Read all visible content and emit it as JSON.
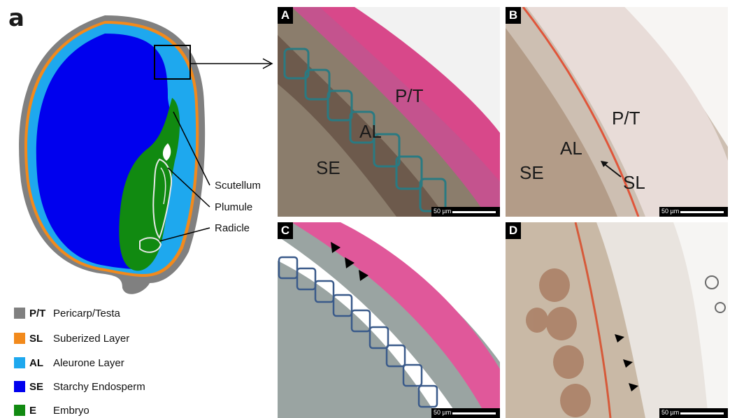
{
  "figure_letter": "a",
  "callouts": {
    "scutellum": "Scutellum",
    "plumule": "Plumule",
    "radicle": "Radicle"
  },
  "legend": [
    {
      "abbr": "P/T",
      "label": "Pericarp/Testa",
      "color": "#808080"
    },
    {
      "abbr": "SL",
      "label": "Suberized Layer",
      "color": "#f28a1c"
    },
    {
      "abbr": "AL",
      "label": "Aleurone Layer",
      "color": "#1ea8ee"
    },
    {
      "abbr": "SE",
      "label": "Starchy Endosperm",
      "color": "#0000ee"
    },
    {
      "abbr": "E",
      "label": "Embryo",
      "color": "#118a11"
    }
  ],
  "panels": {
    "A": {
      "tag": "A",
      "scale": "50 µm",
      "labels": {
        "pt": "P/T",
        "al": "AL",
        "se": "SE"
      }
    },
    "B": {
      "tag": "B",
      "scale": "50 µm",
      "labels": {
        "pt": "P/T",
        "al": "AL",
        "se": "SE",
        "sl": "SL"
      }
    },
    "C": {
      "tag": "C",
      "scale": "50 µm"
    },
    "D": {
      "tag": "D",
      "scale": "50 µm"
    }
  }
}
